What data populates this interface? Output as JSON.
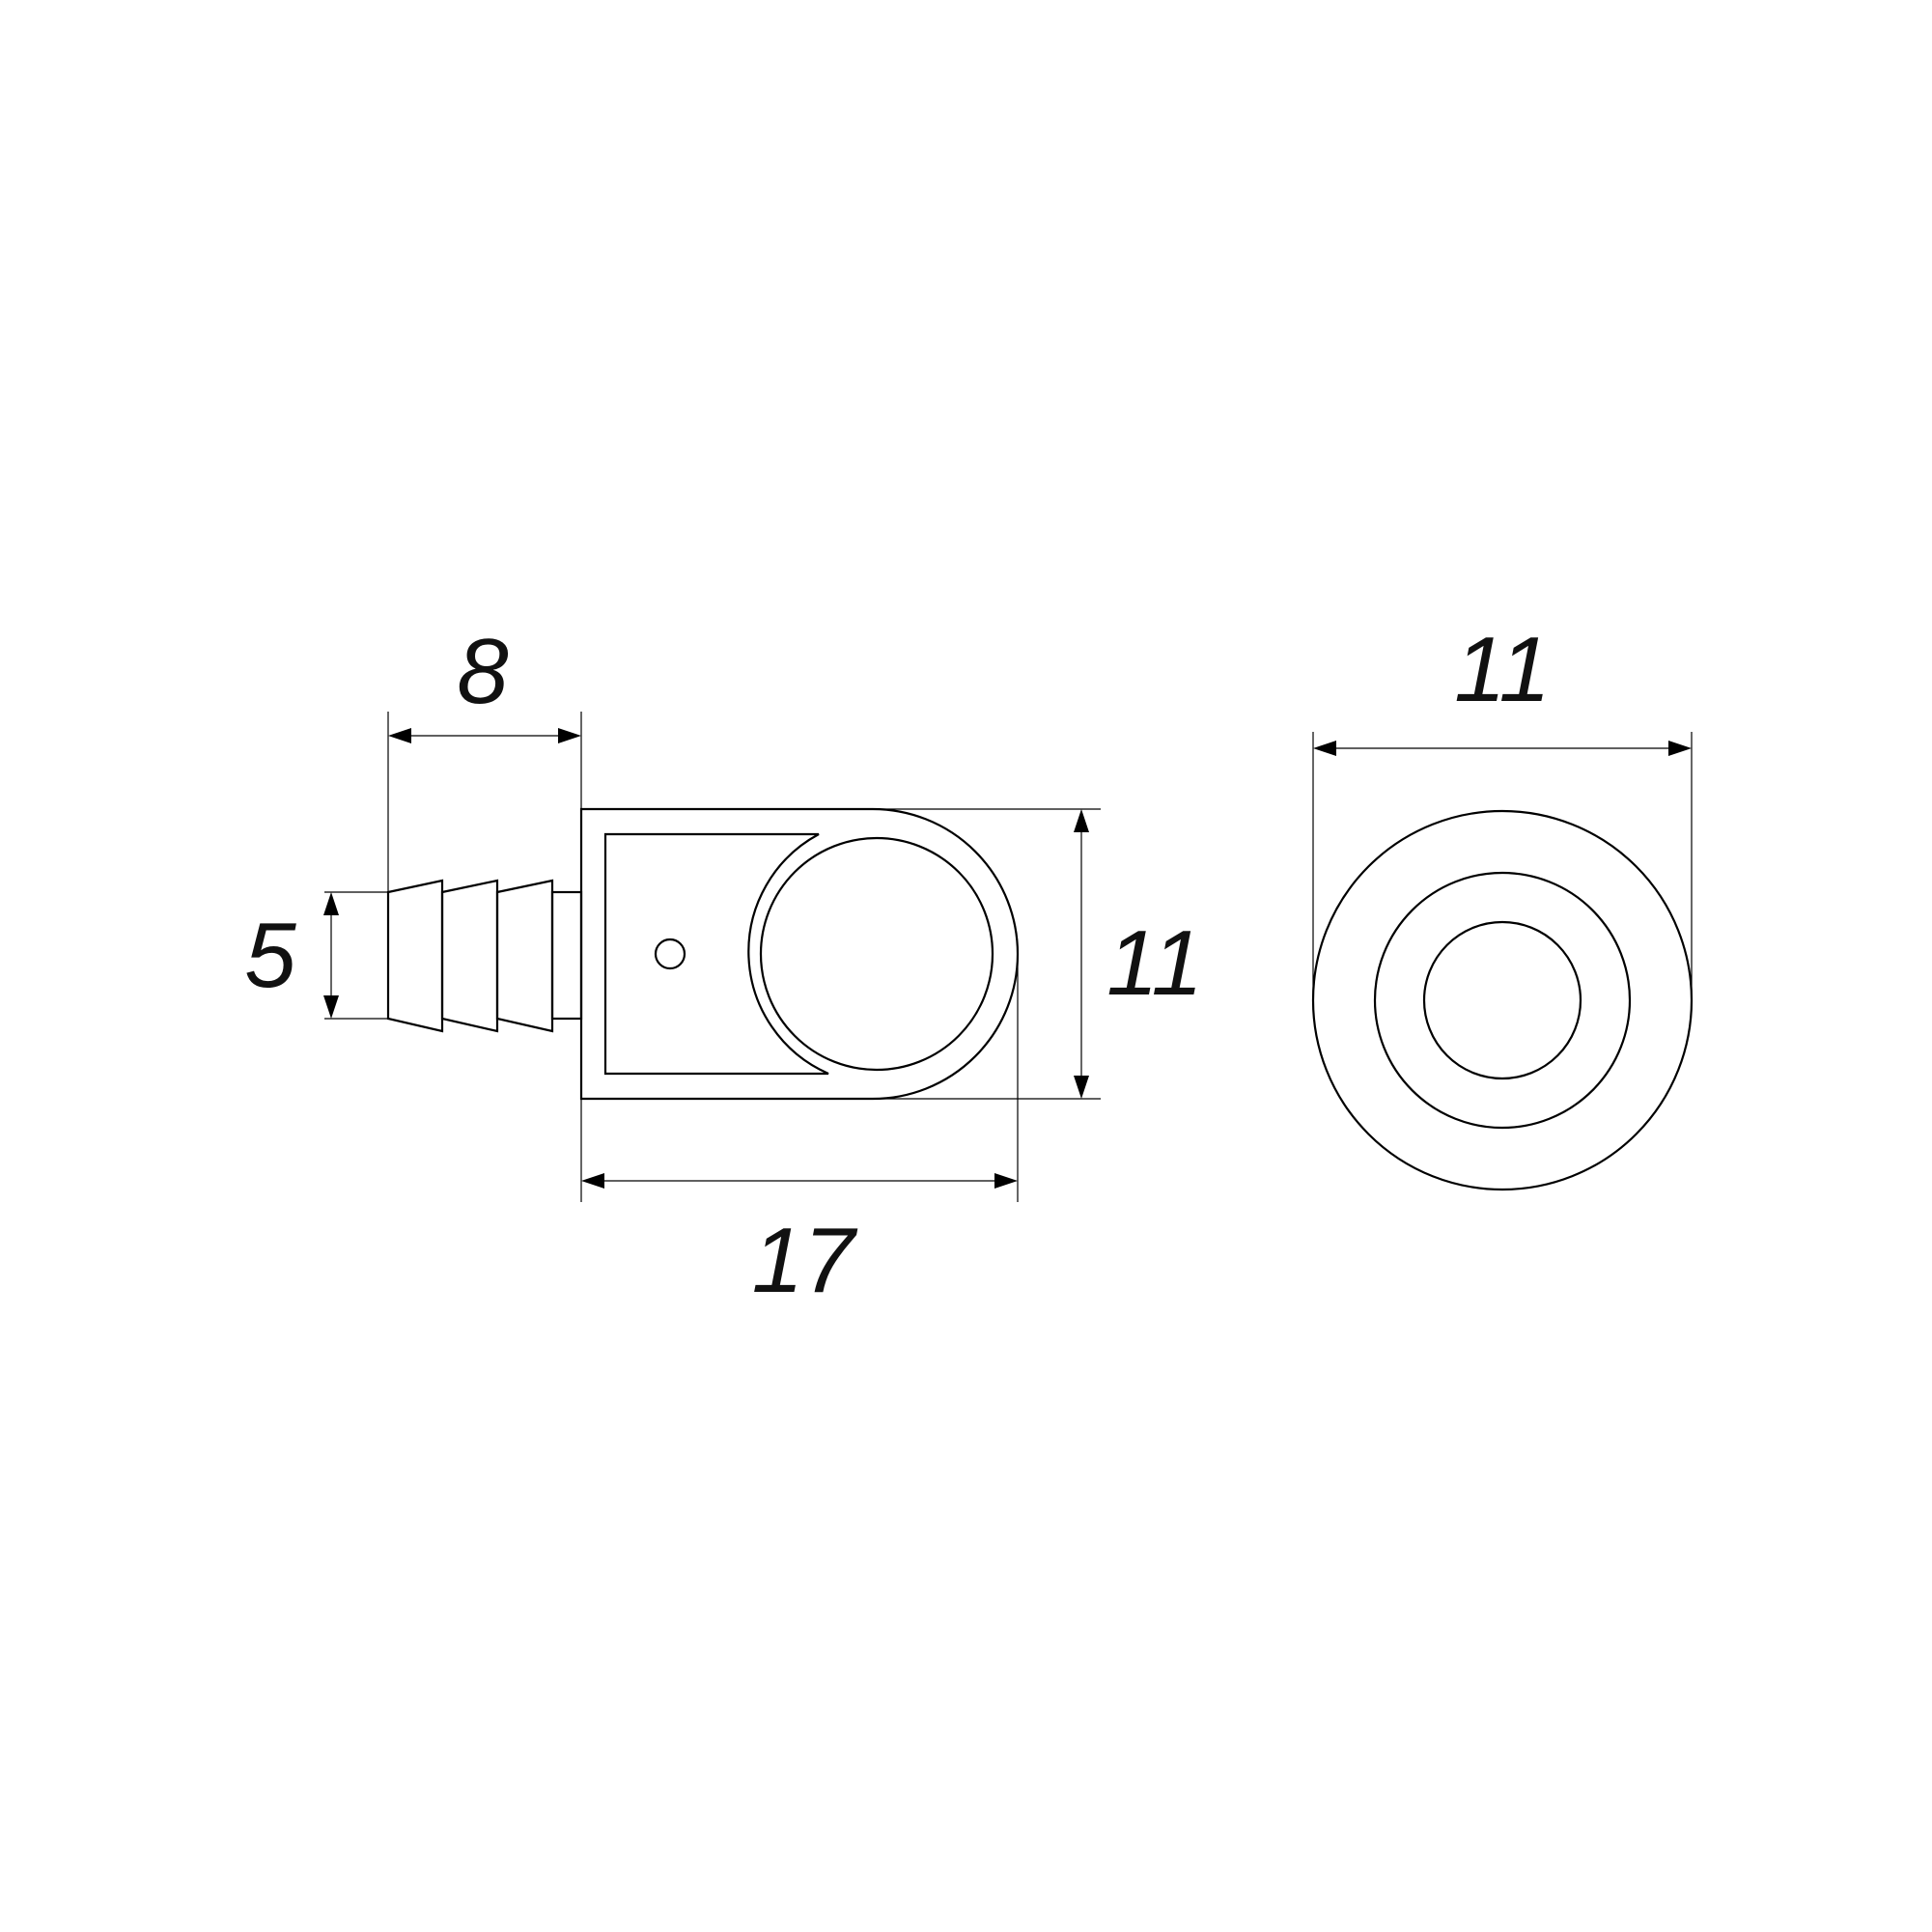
{
  "dimensions": {
    "dowel_length": "8",
    "dowel_diameter": "5",
    "body_height": "11",
    "body_length": "17",
    "end_view_diameter": "11"
  }
}
